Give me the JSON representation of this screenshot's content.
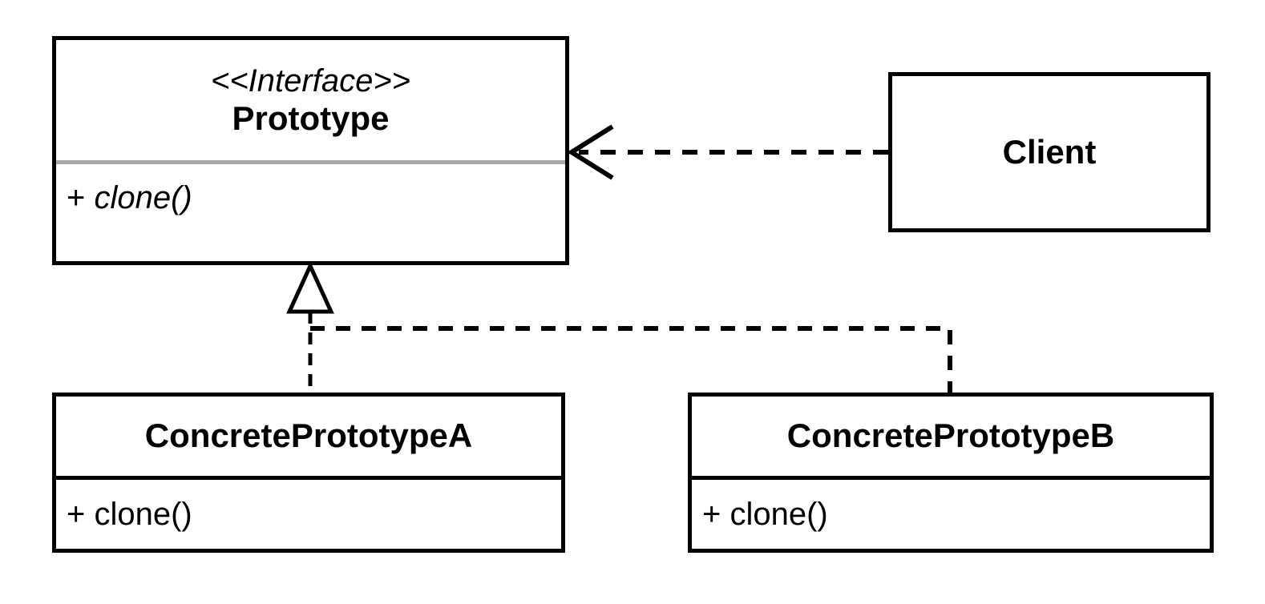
{
  "colors": {
    "background": "#ffffff",
    "line": "#000000",
    "box_border": "#000000",
    "interface_divider": "#a9a9a9",
    "text": "#000000"
  },
  "classes": {
    "prototype": {
      "stereotype": "<<Interface>>",
      "name": "Prototype",
      "method_prefix": "+ ",
      "method_name": "clone()"
    },
    "client": {
      "name": "Client"
    },
    "concrete_a": {
      "name": "ConcretePrototypeA",
      "method": "+ clone()"
    },
    "concrete_b": {
      "name": "ConcretePrototypeB",
      "method": "+ clone()"
    }
  },
  "relationships": {
    "dependency": {
      "type": "dependency",
      "from": "Client",
      "to": "Prototype",
      "line_style": "dashed",
      "arrowhead": "open"
    },
    "realization_a": {
      "type": "realization",
      "from": "ConcretePrototypeA",
      "to": "Prototype",
      "line_style": "dashed",
      "arrowhead": "hollow-triangle"
    },
    "realization_b": {
      "type": "realization",
      "from": "ConcretePrototypeB",
      "to": "Prototype",
      "line_style": "dashed",
      "arrowhead": "hollow-triangle"
    }
  }
}
